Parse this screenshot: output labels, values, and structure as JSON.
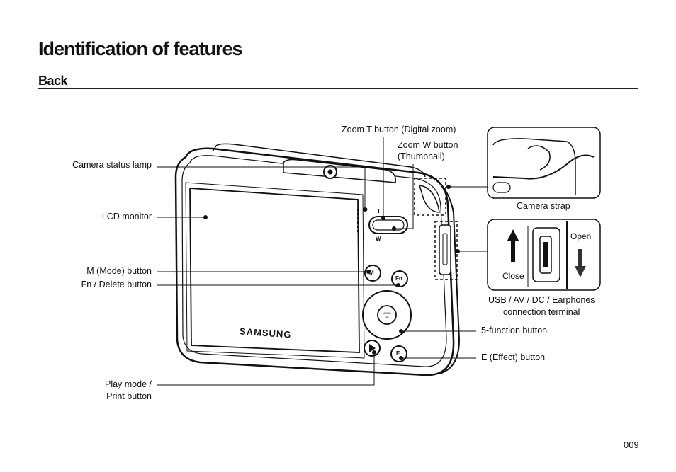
{
  "page": {
    "title": "Identification of features",
    "subtitle": "Back",
    "page_number": "009"
  },
  "camera": {
    "brand": "SAMSUNG",
    "zoom_t": "T",
    "zoom_w": "W",
    "mode_button": "M",
    "fn_button": "Fn",
    "effect_button": "E",
    "menu_ok": "MENU OK"
  },
  "callouts": {
    "camera_status_lamp": "Camera status lamp",
    "lcd_monitor": "LCD monitor",
    "mode_button": "M (Mode) button",
    "fn_delete_button": "Fn / Delete button",
    "play_mode_line1": "Play mode /",
    "play_mode_line2": "Print button",
    "zoom_t": "Zoom T button (Digital zoom)",
    "zoom_w_line1": "Zoom W button",
    "zoom_w_line2": "(Thumbnail)",
    "camera_strap": "Camera strap",
    "usb_line1": "USB / AV / DC / Earphones",
    "usb_line2": "connection terminal",
    "five_function": "5-function button",
    "effect_button": "E (Effect) button"
  },
  "insets": {
    "open": "Open",
    "close": "Close"
  }
}
